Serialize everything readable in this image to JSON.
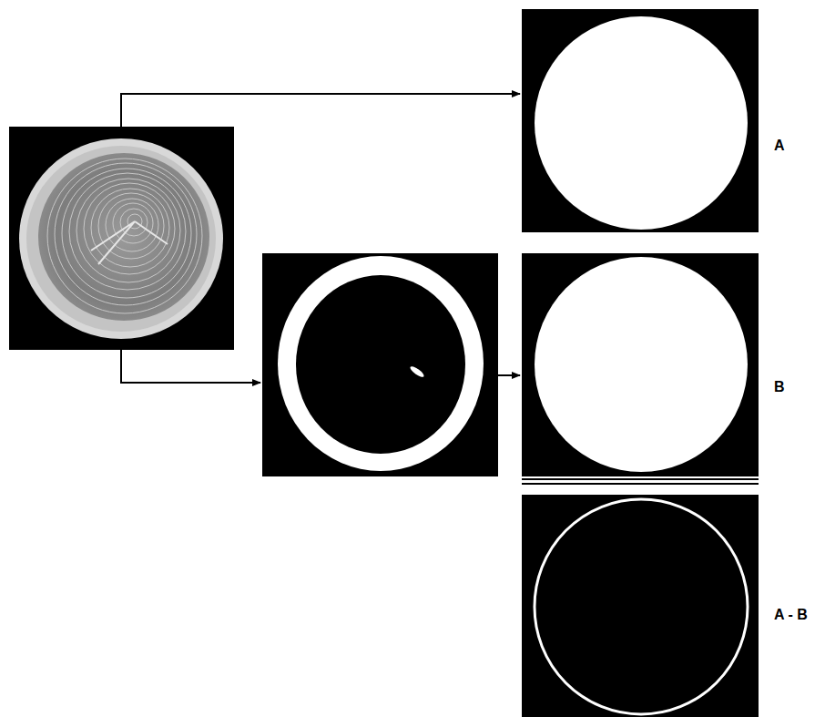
{
  "diagram": {
    "labels": [
      "A",
      "B",
      "A - B"
    ]
  }
}
